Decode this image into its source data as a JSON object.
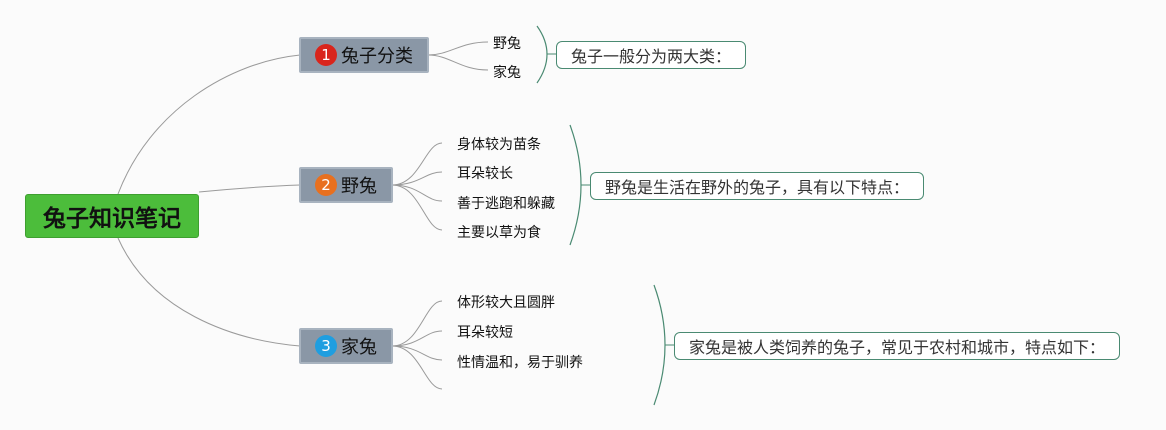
{
  "root": {
    "label": "兔子知识笔记",
    "color": "#4cbd3b"
  },
  "topics": [
    {
      "number": "1",
      "label": "兔子分类",
      "number_color": "#d9251c",
      "leaves": [
        "野兔",
        "家兔"
      ],
      "note": "兔子一般分为两大类："
    },
    {
      "number": "2",
      "label": "野兔",
      "number_color": "#e8701f",
      "leaves": [
        "身体较为苗条",
        "耳朵较长",
        "善于逃跑和躲藏",
        "主要以草为食"
      ],
      "note": "野兔是生活在野外的兔子，具有以下特点："
    },
    {
      "number": "3",
      "label": "家兔",
      "number_color": "#1f9ee0",
      "leaves": [
        "体形较大且圆胖",
        "耳朵较短",
        "性情温和，易于驯养",
        ""
      ],
      "note": "家兔是被人类饲养的兔子，常见于农村和城市，特点如下："
    }
  ],
  "colors": {
    "topic_fill": "#8a97a6",
    "line": "#9a9a9a",
    "bracket": "#4a8a72"
  }
}
